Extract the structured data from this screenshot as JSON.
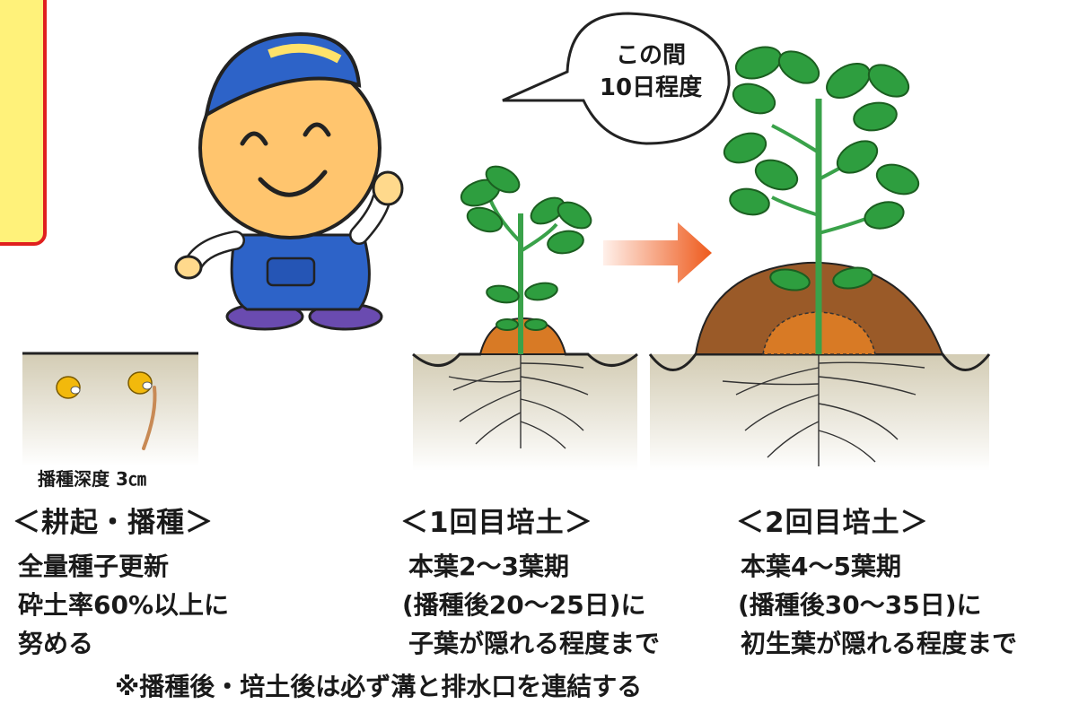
{
  "speech_bubble": {
    "line1": "この間",
    "line2": "10日程度"
  },
  "stage1": {
    "depth_label": "播種深度 3㎝",
    "heading": "＜耕起・播種＞",
    "lines": [
      "全量種子更新",
      "砕土率60%以上に",
      "努める"
    ]
  },
  "stage2": {
    "heading": "＜1回目培土＞",
    "lines": [
      "本葉2～3葉期",
      "(播種後20～25日)に",
      "子葉が隠れる程度まで"
    ]
  },
  "stage3": {
    "heading": "＜2回目培土＞",
    "lines": [
      "本葉4～5葉期",
      "(播種後30～35日)に",
      "初生葉が隠れる程度まで"
    ]
  },
  "footer_note": "※播種後・培土後は必ず溝と排水口を連結する",
  "colors": {
    "leaf": "#2e9e3f",
    "stem": "#3aa24a",
    "soil": "#d9d2bd",
    "mound_outer": "#9a5a28",
    "mound_inner": "#d87a25",
    "arrow": "#ee5a1c",
    "frame_red": "#e0201e",
    "frame_yellow": "#fff27a"
  },
  "icons": [
    "mascot-character",
    "soybean-seed",
    "soybean-plant",
    "right-arrow",
    "speech-bubble"
  ]
}
